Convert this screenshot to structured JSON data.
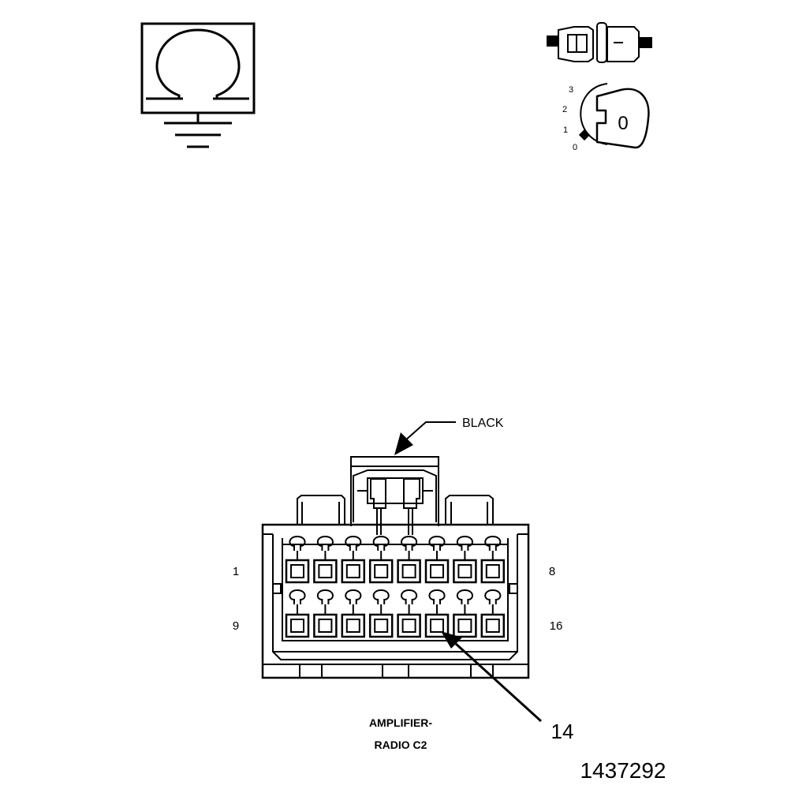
{
  "diagram": {
    "connector_color_label": "BLACK",
    "pin_labels": {
      "row1_left": "1",
      "row1_right": "8",
      "row2_left": "9",
      "row2_right": "16"
    },
    "callout_pin": "14",
    "connector_name_line1": "AMPLIFIER-",
    "connector_name_line2": "RADIO C2",
    "figure_number": "1437292",
    "ignition_positions": [
      "3",
      "2",
      "1",
      "0"
    ],
    "ignition_key_label": "0",
    "resistance_symbol": "Ω"
  }
}
